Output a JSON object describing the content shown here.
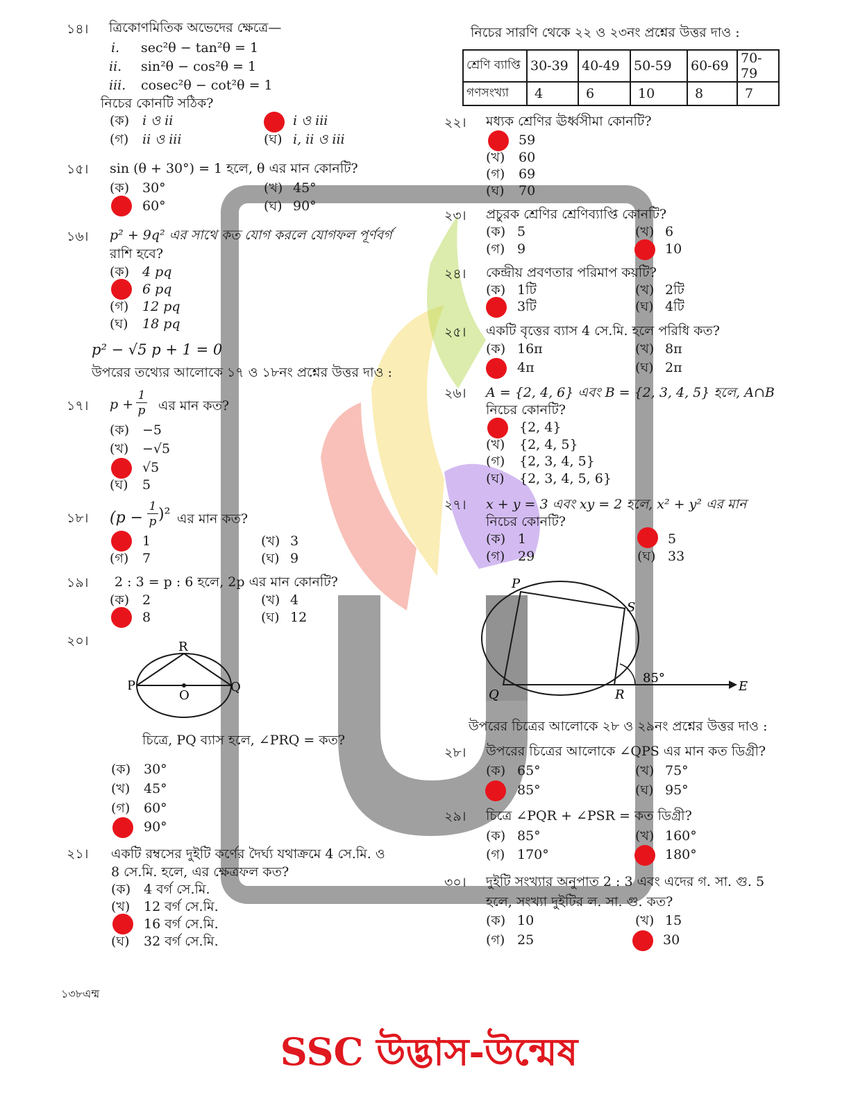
{
  "q14": {
    "num": "১৪।",
    "stem": "ত্রিকোণমিতিক অভেদের ক্ষেত্রে—",
    "items": [
      {
        "roman": "i.",
        "expr": "sec²θ − tan²θ = 1"
      },
      {
        "roman": "ii.",
        "expr": "sin²θ − cos²θ = 1"
      },
      {
        "roman": "iii.",
        "expr": "cosec²θ − cot²θ = 1"
      }
    ],
    "question": "নিচের কোনটি সঠিক?",
    "options": [
      {
        "label": "(ক)",
        "text": "i ও ii"
      },
      {
        "label": "",
        "text": "i ও iii",
        "correct": true
      },
      {
        "label": "(গ)",
        "text": "ii ও iii"
      },
      {
        "label": "(ঘ)",
        "text": "i, ii ও iii"
      }
    ]
  },
  "q15": {
    "num": "১৫।",
    "stem": "sin (θ + 30°) = 1 হলে, θ এর মান কোনটি?",
    "options": [
      {
        "label": "(ক)",
        "text": "30°"
      },
      {
        "label": "(খ)",
        "text": "45°"
      },
      {
        "label": "",
        "text": "60°",
        "correct": true
      },
      {
        "label": "(ঘ)",
        "text": "90°"
      }
    ]
  },
  "q16": {
    "num": "১৬।",
    "stem1": "p² + 9q² এর সাথে কত যোগ করলে যোগফল পূর্ণবর্গ",
    "stem2": "রাশি হবে?",
    "options": [
      {
        "label": "(ক)",
        "text": "4 pq"
      },
      {
        "label": "",
        "text": "6 pq",
        "correct": true
      },
      {
        "label": "(গ)",
        "text": "12 pq"
      },
      {
        "label": "(ঘ)",
        "text": "18 pq"
      }
    ]
  },
  "info17": {
    "equation": "p² − √5 p + 1 = 0",
    "instruction": "উপরের তথ্যের আলোকে ১৭ ও ১৮নং প্রশ্নের উত্তর দাও :"
  },
  "q17": {
    "num": "১৭।",
    "expr_a": "p +",
    "frac_num": "1",
    "frac_den": "p",
    "stem_tail": "এর মান কত?",
    "options": [
      {
        "label": "(ক)",
        "text": "−5"
      },
      {
        "label": "(খ)",
        "text": "−√5"
      },
      {
        "label": "",
        "text": "√5",
        "correct": true
      },
      {
        "label": "(ঘ)",
        "text": "5"
      }
    ]
  },
  "q18": {
    "num": "১৮।",
    "expr_a": "(p −",
    "frac_num": "1",
    "frac_den": "p",
    "expr_b": ")²",
    "stem_tail": "এর মান কত?",
    "options": [
      {
        "label": "",
        "text": "1",
        "correct": true
      },
      {
        "label": "(খ)",
        "text": "3"
      },
      {
        "label": "(গ)",
        "text": "7"
      },
      {
        "label": "(ঘ)",
        "text": "9"
      }
    ]
  },
  "q19": {
    "num": "১৯।",
    "stem": "2 : 3 = p : 6 হলে, 2p এর মান কোনটি?",
    "options": [
      {
        "label": "(ক)",
        "text": "2"
      },
      {
        "label": "(খ)",
        "text": "4"
      },
      {
        "label": "",
        "text": "8",
        "correct": true
      },
      {
        "label": "(ঘ)",
        "text": "12"
      }
    ]
  },
  "q20": {
    "num": "২০।",
    "fig_labels": {
      "R": "R",
      "P": "P",
      "Q": "Q",
      "O": "O"
    },
    "stem": "চিত্রে, PQ ব্যাস হলে, ∠PRQ = কত?",
    "options": [
      {
        "label": "(ক)",
        "text": "30°"
      },
      {
        "label": "(খ)",
        "text": "45°"
      },
      {
        "label": "(গ)",
        "text": "60°"
      },
      {
        "label": "",
        "text": "90°",
        "correct": true
      }
    ]
  },
  "q21": {
    "num": "২১।",
    "stem1": "একটি রম্বসের দুইটি কর্ণের দৈর্ঘ্য যথাক্রমে 4 সে.মি. ও",
    "stem2": "8 সে.মি. হলে, এর ক্ষেত্রফল কত?",
    "options": [
      {
        "label": "(ক)",
        "text": "4  বর্গ সে.মি."
      },
      {
        "label": "(খ)",
        "text": "12  বর্গ সে.মি."
      },
      {
        "label": "",
        "text": "16  বর্গ সে.মি.",
        "correct": true
      },
      {
        "label": "(ঘ)",
        "text": "32  বর্গ সে.মি."
      }
    ]
  },
  "table": {
    "instruction": "নিচের সারণি থেকে ২২ ও ২৩নং প্রশ্নের উত্তর দাও :",
    "row1_head": "শ্রেণি ব্যাপ্তি",
    "row2_head": "গণসংখ্যা",
    "classes": [
      "30-39",
      "40-49",
      "50-59",
      "60-69",
      "70-79"
    ],
    "freqs": [
      "4",
      "6",
      "10",
      "8",
      "7"
    ]
  },
  "q22": {
    "num": "২২।",
    "stem": "মধ্যক শ্রেণির ঊর্ধ্বসীমা কোনটি?",
    "options": [
      {
        "label": "",
        "text": "59",
        "correct": true
      },
      {
        "label": "(খ)",
        "text": "60"
      },
      {
        "label": "(গ)",
        "text": "69"
      },
      {
        "label": "(ঘ)",
        "text": "70"
      }
    ]
  },
  "q23": {
    "num": "২৩।",
    "stem": "প্রচুরক শ্রেণির শ্রেণিব্যাপ্তি কোনটি?",
    "options": [
      {
        "label": "(ক)",
        "text": "5"
      },
      {
        "label": "(খ)",
        "text": "6"
      },
      {
        "label": "(গ)",
        "text": "9"
      },
      {
        "label": "",
        "text": "10",
        "correct": true
      }
    ]
  },
  "q24": {
    "num": "২৪।",
    "stem": "কেন্দ্রীয় প্রবণতার পরিমাপ কয়টি?",
    "options": [
      {
        "label": "(ক)",
        "text": "1টি"
      },
      {
        "label": "(খ)",
        "text": "2টি"
      },
      {
        "label": "",
        "text": "3টি",
        "correct": true
      },
      {
        "label": "(ঘ)",
        "text": "4টি"
      }
    ]
  },
  "q25": {
    "num": "২৫।",
    "stem": "একটি বৃত্তের ব্যাস 4 সে.মি. হলে পরিধি কত?",
    "options": [
      {
        "label": "(ক)",
        "text": "16π"
      },
      {
        "label": "(খ)",
        "text": "8π"
      },
      {
        "label": "",
        "text": "4π",
        "correct": true
      },
      {
        "label": "(ঘ)",
        "text": "2π"
      }
    ]
  },
  "q26": {
    "num": "২৬।",
    "stem1": "A = {2, 4, 6} এবং B = {2, 3, 4, 5} হলে, A∩B",
    "stem2": "নিচের কোনটি?",
    "options": [
      {
        "label": "",
        "text": "{2, 4}",
        "correct": true
      },
      {
        "label": "(খ)",
        "text": "{2, 4, 5}"
      },
      {
        "label": "(গ)",
        "text": "{2, 3, 4, 5}"
      },
      {
        "label": "(ঘ)",
        "text": "{2, 3, 4, 5, 6}"
      }
    ]
  },
  "q27": {
    "num": "২৭।",
    "stem1": "x + y = 3 এবং xy = 2 হলে, x² + y² এর মান",
    "stem2": "নিচের কোনটি?",
    "options": [
      {
        "label": "(ক)",
        "text": "1"
      },
      {
        "label": "",
        "text": "5",
        "correct": true
      },
      {
        "label": "(গ)",
        "text": "29"
      },
      {
        "label": "(ঘ)",
        "text": "33"
      }
    ]
  },
  "fig2": {
    "P": "P",
    "S": "S",
    "Q": "Q",
    "R": "R",
    "E": "E",
    "angle": "85°",
    "instruction": "উপরের চিত্রের আলোকে ২৮ ও ২৯নং প্রশ্নের উত্তর দাও :"
  },
  "q28": {
    "num": "২৮।",
    "stem": "উপরের চিত্রের আলোকে ∠QPS এর মান কত ডিগ্রী?",
    "options": [
      {
        "label": "(ক)",
        "text": "65°"
      },
      {
        "label": "(খ)",
        "text": "75°"
      },
      {
        "label": "",
        "text": "85°",
        "correct": true
      },
      {
        "label": "(ঘ)",
        "text": "95°"
      }
    ]
  },
  "q29": {
    "num": "২৯।",
    "stem": "চিত্রে ∠PQR + ∠PSR = কত ডিগ্রী?",
    "options": [
      {
        "label": "(ক)",
        "text": "85°"
      },
      {
        "label": "(খ)",
        "text": "160°"
      },
      {
        "label": "(গ)",
        "text": "170°"
      },
      {
        "label": "",
        "text": "180°",
        "correct": true
      }
    ]
  },
  "q30": {
    "num": "৩০।",
    "stem1": "দুইটি সংখ্যার অনুপাত 2 : 3 এবং এদের গ. সা. গু. 5",
    "stem2": "হলে, সংখ্যা দুইটির ল. সা. গু. কত?",
    "options": [
      {
        "label": "(ক)",
        "text": "10"
      },
      {
        "label": "(খ)",
        "text": "15"
      },
      {
        "label": "(গ)",
        "text": "25"
      },
      {
        "label": "",
        "text": "30",
        "correct": true
      }
    ]
  },
  "footer": {
    "page_code": "১৩৮এম্ম",
    "brand": "SSC উদ্ভাস-উন্মেষ"
  },
  "colors": {
    "answer_dot": "#e8141b",
    "brand": "#e0181f",
    "watermark_gray": "#8c8c8c"
  }
}
